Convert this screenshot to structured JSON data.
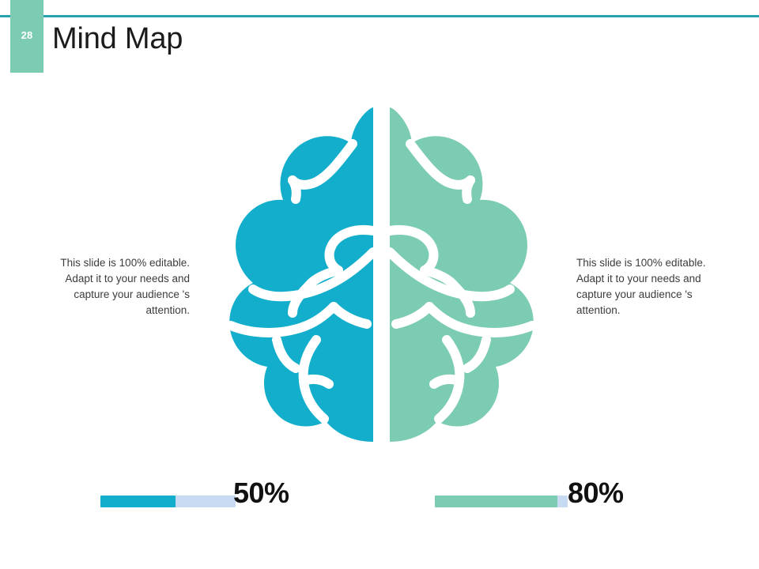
{
  "header": {
    "slide_number": "28",
    "title": "Mind Map",
    "rule_color": "#25A3AE",
    "number_block_color": "#7CCCB4"
  },
  "descriptions": {
    "left": "This slide is 100% editable. Adapt it to your needs and capture your audience 's attention.",
    "right": "This slide is 100% editable. Adapt it to your needs and capture your audience 's attention."
  },
  "graphic": {
    "name": "brain-illustration",
    "left_hemisphere_color": "#13AECB",
    "right_hemisphere_color": "#7CCCB4",
    "groove_color": "#FFFFFF"
  },
  "stats": [
    {
      "id": "left",
      "value_label": "50%",
      "percent": 50,
      "fill_color": "#13AECB",
      "track_color": "#C7DAF2"
    },
    {
      "id": "right",
      "value_label": "80%",
      "percent": 80,
      "fill_color": "#7CCCB4",
      "track_color": "#C7DAF2"
    }
  ]
}
